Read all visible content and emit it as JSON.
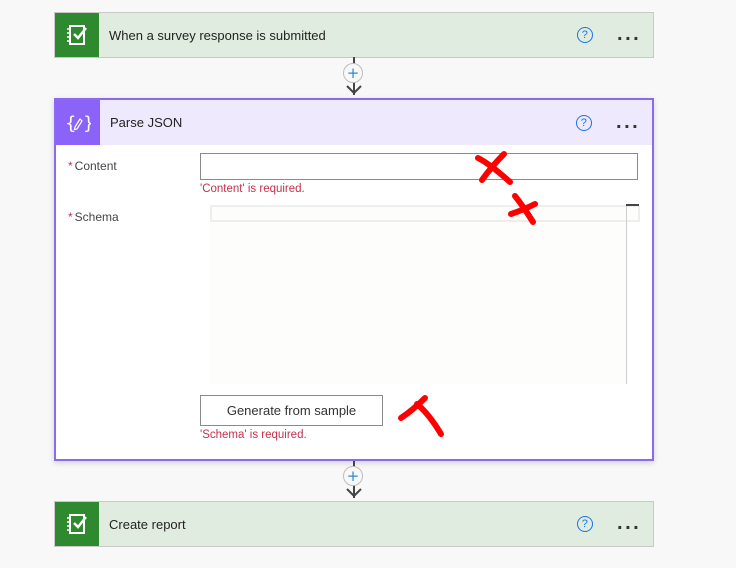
{
  "trigger": {
    "title": "When a survey response is submitted",
    "icon": "forms-checklist-icon",
    "accent": "#2f8a2f",
    "help": "?",
    "more": "..."
  },
  "parse_json": {
    "title": "Parse JSON",
    "icon": "json-braces-pencil-icon",
    "accent": "#8b63f9",
    "help": "?",
    "more": "...",
    "fields": {
      "content": {
        "required_marker": "*",
        "label": "Content",
        "value": "",
        "error": "'Content' is required."
      },
      "schema": {
        "required_marker": "*",
        "label": "Schema",
        "value": "",
        "error": "'Schema' is required."
      }
    },
    "generate_button": "Generate from sample"
  },
  "create_report": {
    "title": "Create report",
    "icon": "forms-checklist-icon",
    "accent": "#2f8a2f",
    "help": "?",
    "more": "..."
  },
  "connectors": {
    "plus": "+"
  },
  "annotations": {
    "color": "#ff0000",
    "marks": [
      "x-mark-content",
      "x-mark-schema",
      "x-mark-generate"
    ]
  }
}
